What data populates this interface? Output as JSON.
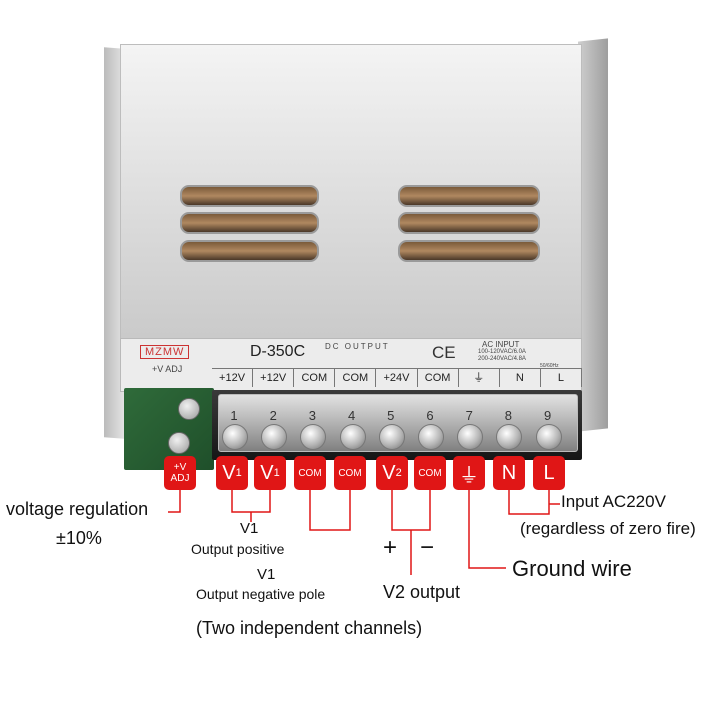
{
  "product": {
    "brand": "MZMW",
    "model": "D-350C",
    "dc_output_label": "DC OUTPUT",
    "ce_mark": "CE",
    "ac_input_label": "AC INPUT",
    "ac_spec_1": "100-120VAC/6.0A",
    "ac_spec_2": "200-240VAC/4.8A",
    "ac_spec_3": "50/60Hz",
    "adj_label": "+V ADJ"
  },
  "terminal_labels": [
    "+12V",
    "+12V",
    "COM",
    "COM",
    "+24V",
    "COM",
    "⏚",
    "N",
    "L"
  ],
  "terminal_numbers": [
    "1",
    "2",
    "3",
    "4",
    "5",
    "6",
    "7",
    "8",
    "9"
  ],
  "tags": {
    "adj_line1": "+V",
    "adj_line2": "ADJ",
    "v1a": "V",
    "v1a_sub": "1",
    "v1b": "V",
    "v1b_sub": "1",
    "com1": "COM",
    "com2": "COM",
    "v2": "V",
    "v2_sub": "2",
    "com3": "COM",
    "ground": "⏚",
    "n": "N",
    "l": "L"
  },
  "annotations": {
    "voltage_regulation": "voltage regulation",
    "regulation_range": "±10%",
    "v1_pos_title": "V1",
    "v1_pos_desc": "Output positive",
    "v1_neg_title": "V1",
    "v1_neg_desc": "Output negative pole",
    "two_channels": "(Two independent channels)",
    "plus": "+",
    "minus": "−",
    "v2_output": "V2 output",
    "ground_wire": "Ground wire",
    "input_ac": "Input AC220V",
    "regardless": "(regardless of zero fire)"
  },
  "colors": {
    "tag_red": "#e01616",
    "line_red": "#e01616"
  }
}
